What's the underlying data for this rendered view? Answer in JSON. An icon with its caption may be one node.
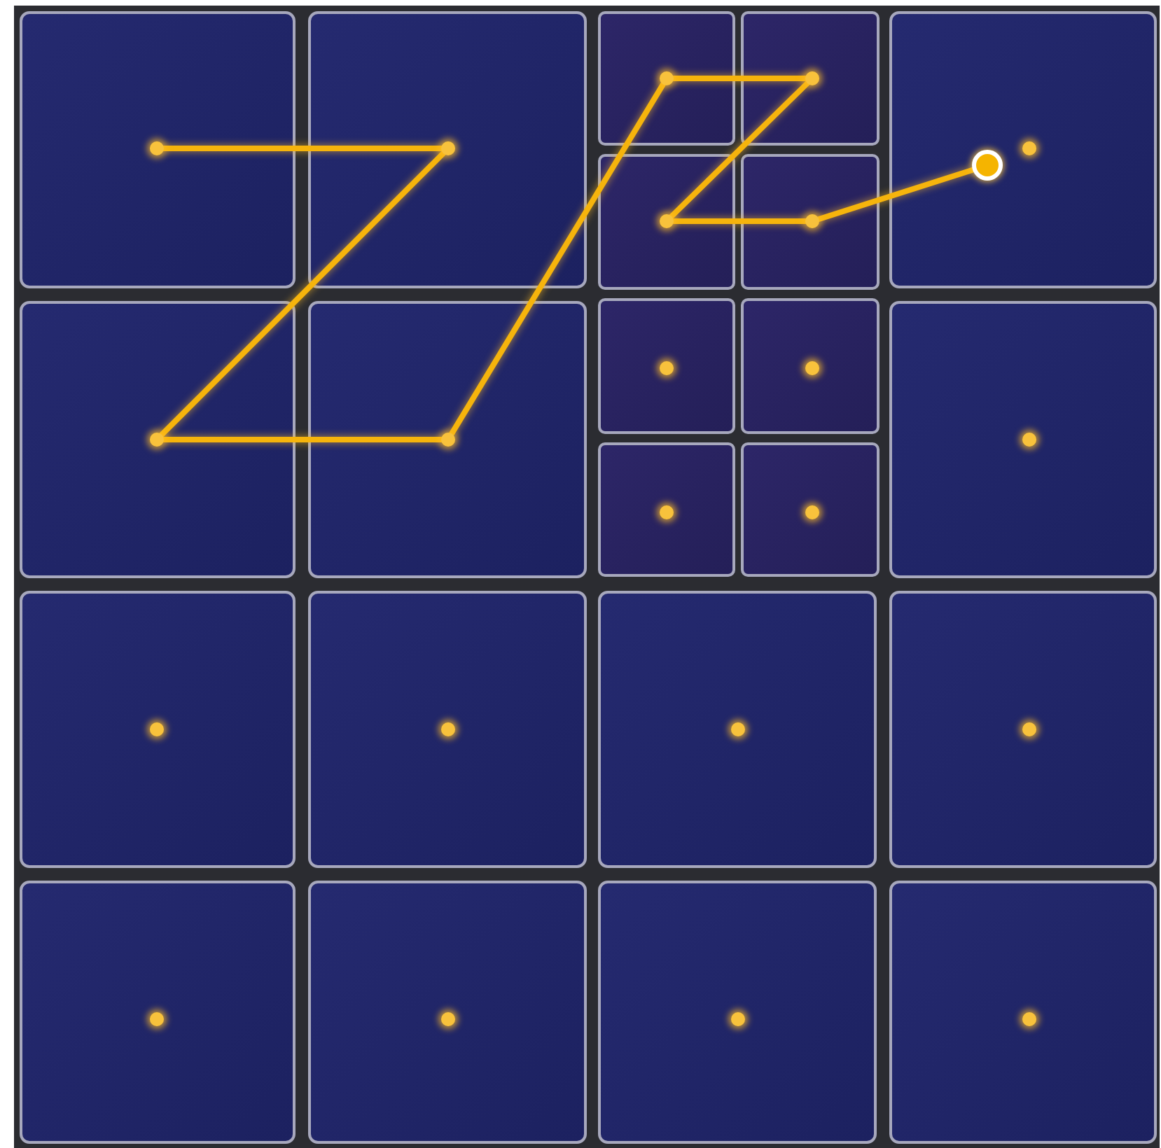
{
  "diagram": {
    "nodes": [
      {
        "text": [],
        "shape": "box"
      },
      {
        "text": [],
        "shape": "box"
      },
      {
        "text": [],
        "shape": "box"
      },
      {
        "text": [],
        "shape": "box"
      },
      {
        "text": [],
        "shape": "box"
      },
      {
        "text": [],
        "shape": "box"
      },
      {
        "text": [],
        "shape": "box"
      },
      {
        "text": [],
        "shape": "box"
      },
      {
        "text": [],
        "shape": "box"
      },
      {
        "text": [],
        "shape": "box"
      },
      {
        "text": [],
        "shape": "box"
      },
      {
        "text": [],
        "shape": "box"
      },
      {
        "text": [],
        "shape": "box"
      },
      {
        "text": [],
        "shape": "box"
      },
      {
        "text": [],
        "shape": "box"
      },
      {
        "text": [],
        "shape": "box"
      },
      {
        "text": [],
        "shape": "box"
      },
      {
        "text": [],
        "shape": "box"
      },
      {
        "text": [],
        "shape": "box"
      },
      {
        "text": [],
        "shape": "box"
      },
      {
        "text": [],
        "shape": "box"
      },
      {
        "text": [],
        "shape": "box"
      },
      {
        "text": [],
        "shape": "circle",
        "in": 0
      },
      {
        "text": [],
        "shape": "circle",
        "in": 1
      },
      {
        "text": [],
        "shape": "circle",
        "in": 2
      },
      {
        "text": [],
        "shape": "circle",
        "in": 3
      },
      {
        "text": [],
        "shape": "circle",
        "in": 4
      },
      {
        "text": [],
        "shape": "circle",
        "in": 5
      },
      {
        "text": [],
        "shape": "circle",
        "in": 6
      },
      {
        "text": [],
        "shape": "circle",
        "in": 6
      },
      {
        "text": [],
        "shape": "circle",
        "in": 7
      },
      {
        "text": [],
        "shape": "circle",
        "in": 8
      },
      {
        "text": [],
        "shape": "circle",
        "in": 9
      },
      {
        "text": [],
        "shape": "circle",
        "in": 10
      },
      {
        "text": [],
        "shape": "circle",
        "in": 11
      },
      {
        "text": [],
        "shape": "circle",
        "in": 12
      },
      {
        "text": [],
        "shape": "circle",
        "in": 13
      },
      {
        "text": [],
        "shape": "circle",
        "in": 14
      },
      {
        "text": [],
        "shape": "circle",
        "in": 15
      },
      {
        "text": [],
        "shape": "circle",
        "in": 16
      },
      {
        "text": [],
        "shape": "circle",
        "in": 17
      },
      {
        "text": [],
        "shape": "circle",
        "in": 18
      },
      {
        "text": [],
        "shape": "circle",
        "in": 19
      },
      {
        "text": [],
        "shape": "circle",
        "in": 20
      },
      {
        "text": [],
        "shape": "circle",
        "in": 21
      }
    ],
    "edges": [
      {
        "from": 22,
        "to": 23,
        "arrow": "none"
      },
      {
        "from": 23,
        "to": 30,
        "arrow": "none"
      },
      {
        "from": 30,
        "to": 31,
        "arrow": "none"
      },
      {
        "from": 31,
        "to": 24,
        "arrow": "none"
      },
      {
        "from": 24,
        "to": 25,
        "arrow": "none"
      },
      {
        "from": 25,
        "to": 26,
        "arrow": "none"
      },
      {
        "from": 26,
        "to": 27,
        "arrow": "none"
      },
      {
        "from": 27,
        "to": 28,
        "arrow": "none"
      }
    ]
  }
}
